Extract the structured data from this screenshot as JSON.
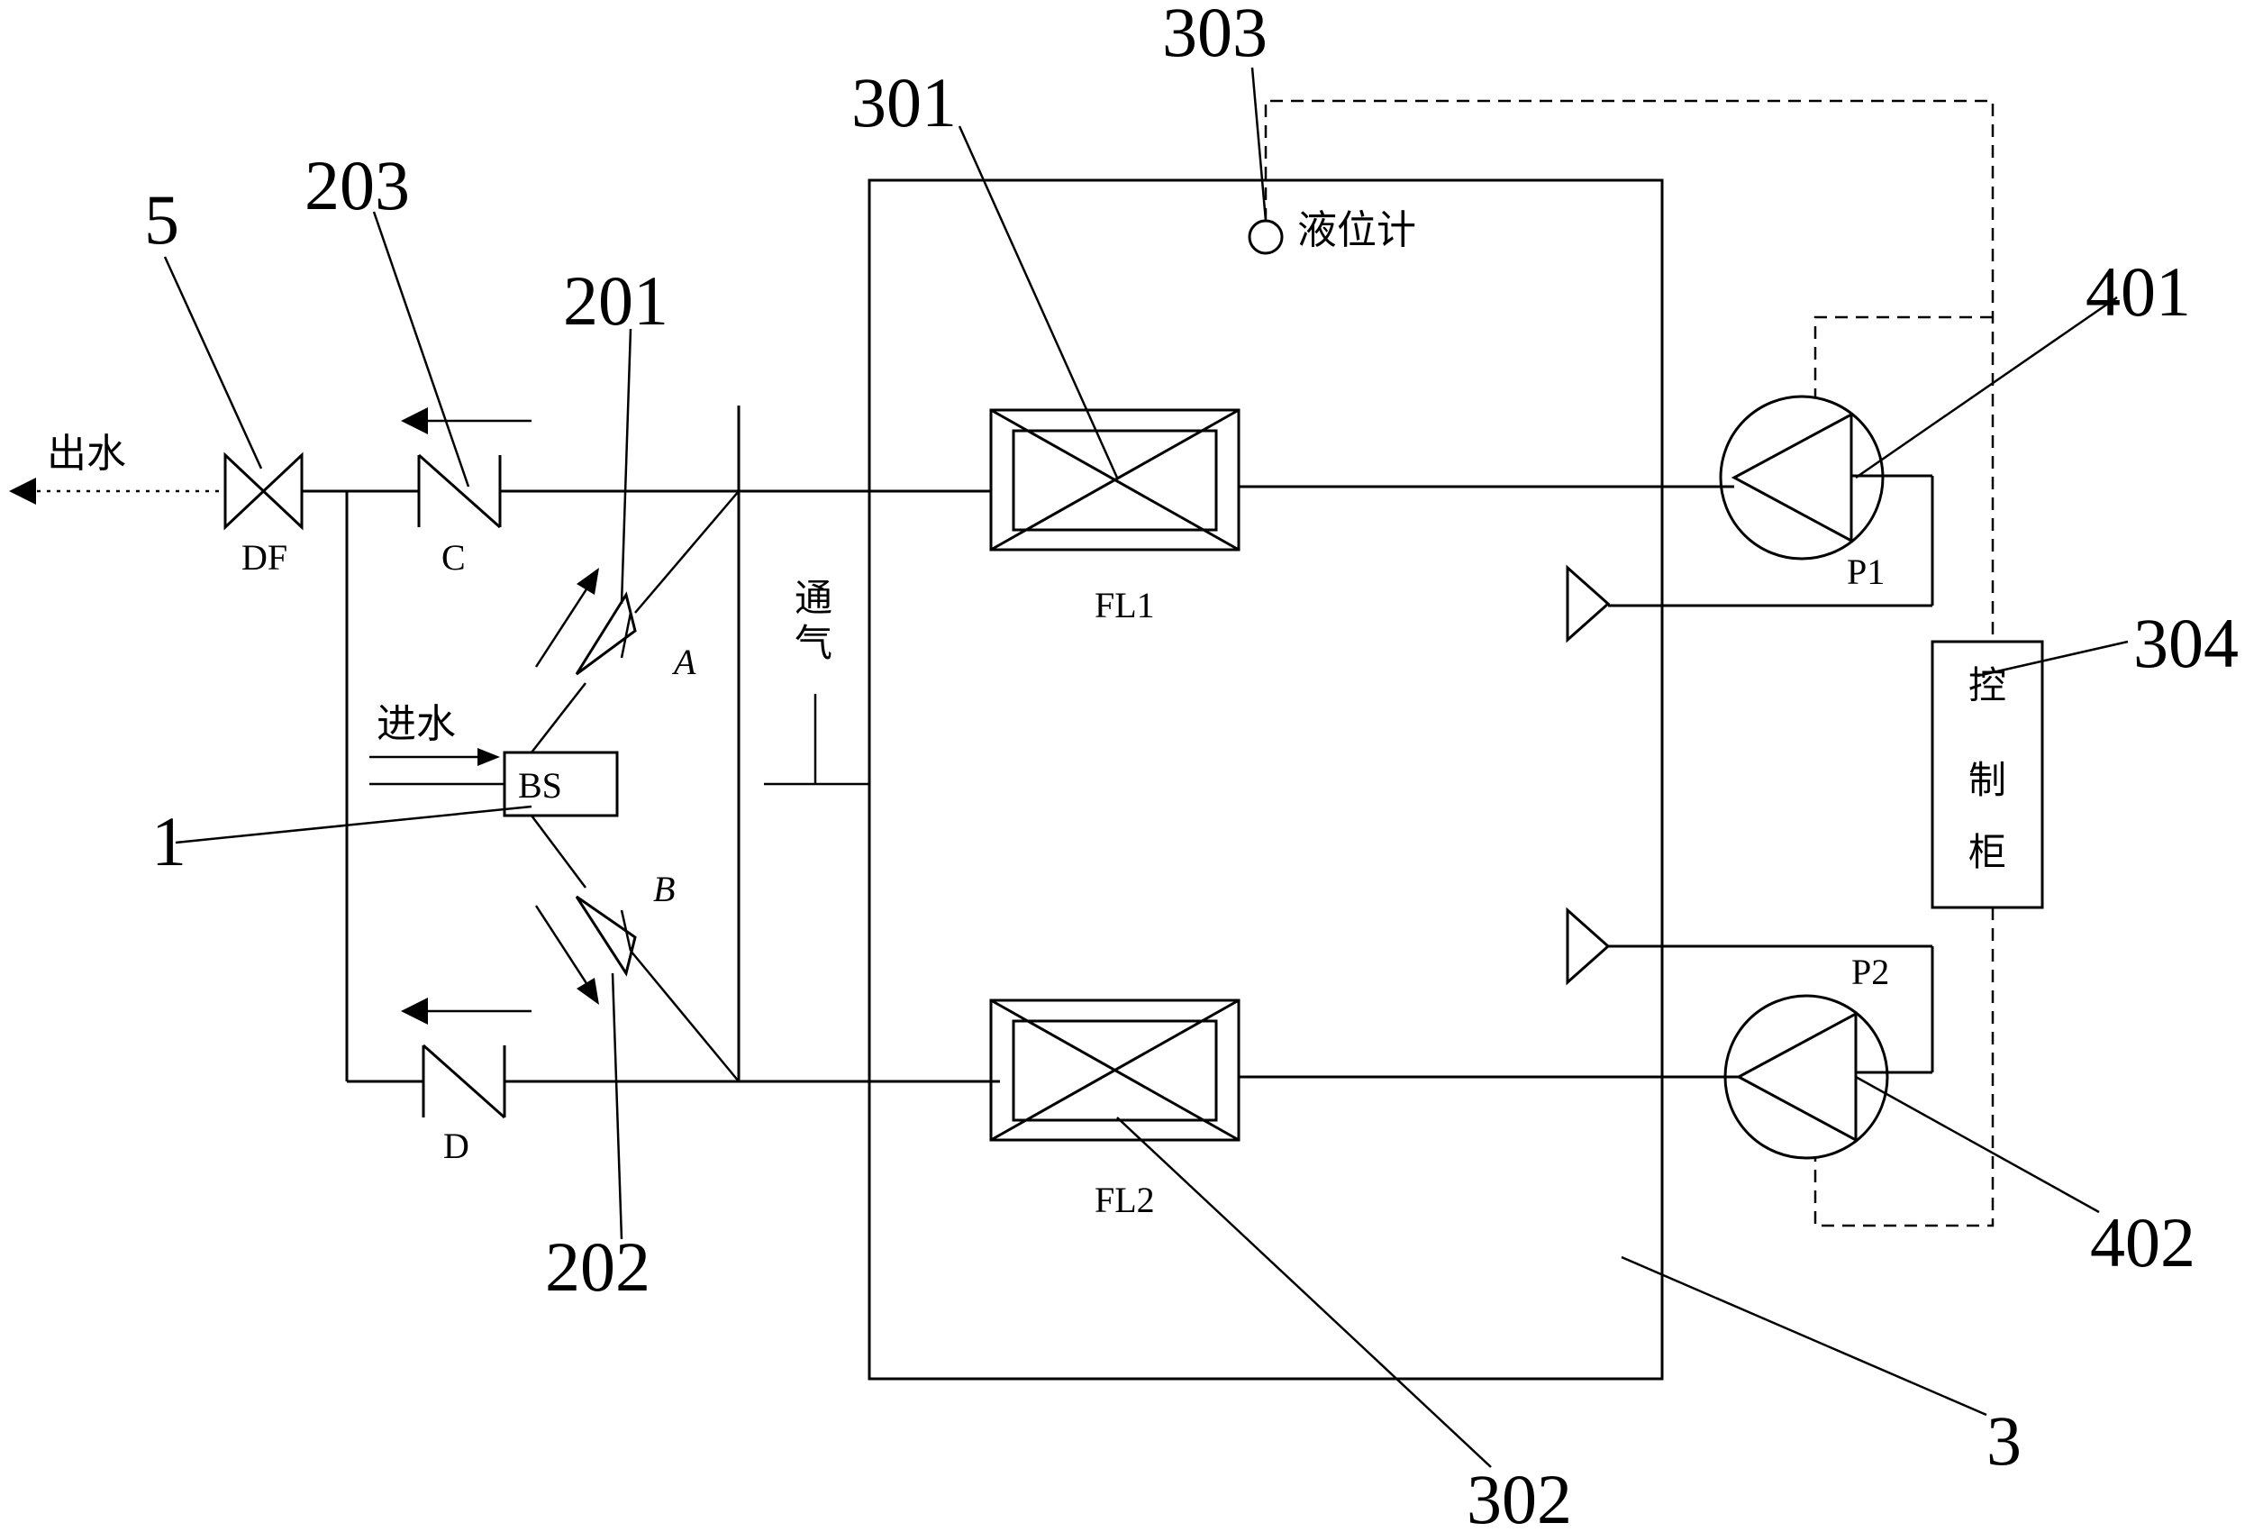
{
  "labels": {
    "outlet_water": "出水",
    "inlet_water": "进水",
    "vent": [
      "通",
      "气"
    ],
    "level_gauge": "液位计",
    "control_cabinet": [
      "控",
      "制",
      "柜"
    ]
  },
  "components": {
    "drain_valve": "DF",
    "check_valve_c": "C",
    "check_valve_d": "D",
    "valve_a": "A",
    "valve_b": "B",
    "ball_sensor": "BS",
    "filter_1": "FL1",
    "filter_2": "FL2",
    "pump_1": "P1",
    "pump_2": "P2"
  },
  "reference_numbers": {
    "r5": "5",
    "r203": "203",
    "r201": "201",
    "r1": "1",
    "r202": "202",
    "r301": "301",
    "r302": "302",
    "r303": "303",
    "r3": "3",
    "r304": "304",
    "r401": "401",
    "r402": "402"
  }
}
